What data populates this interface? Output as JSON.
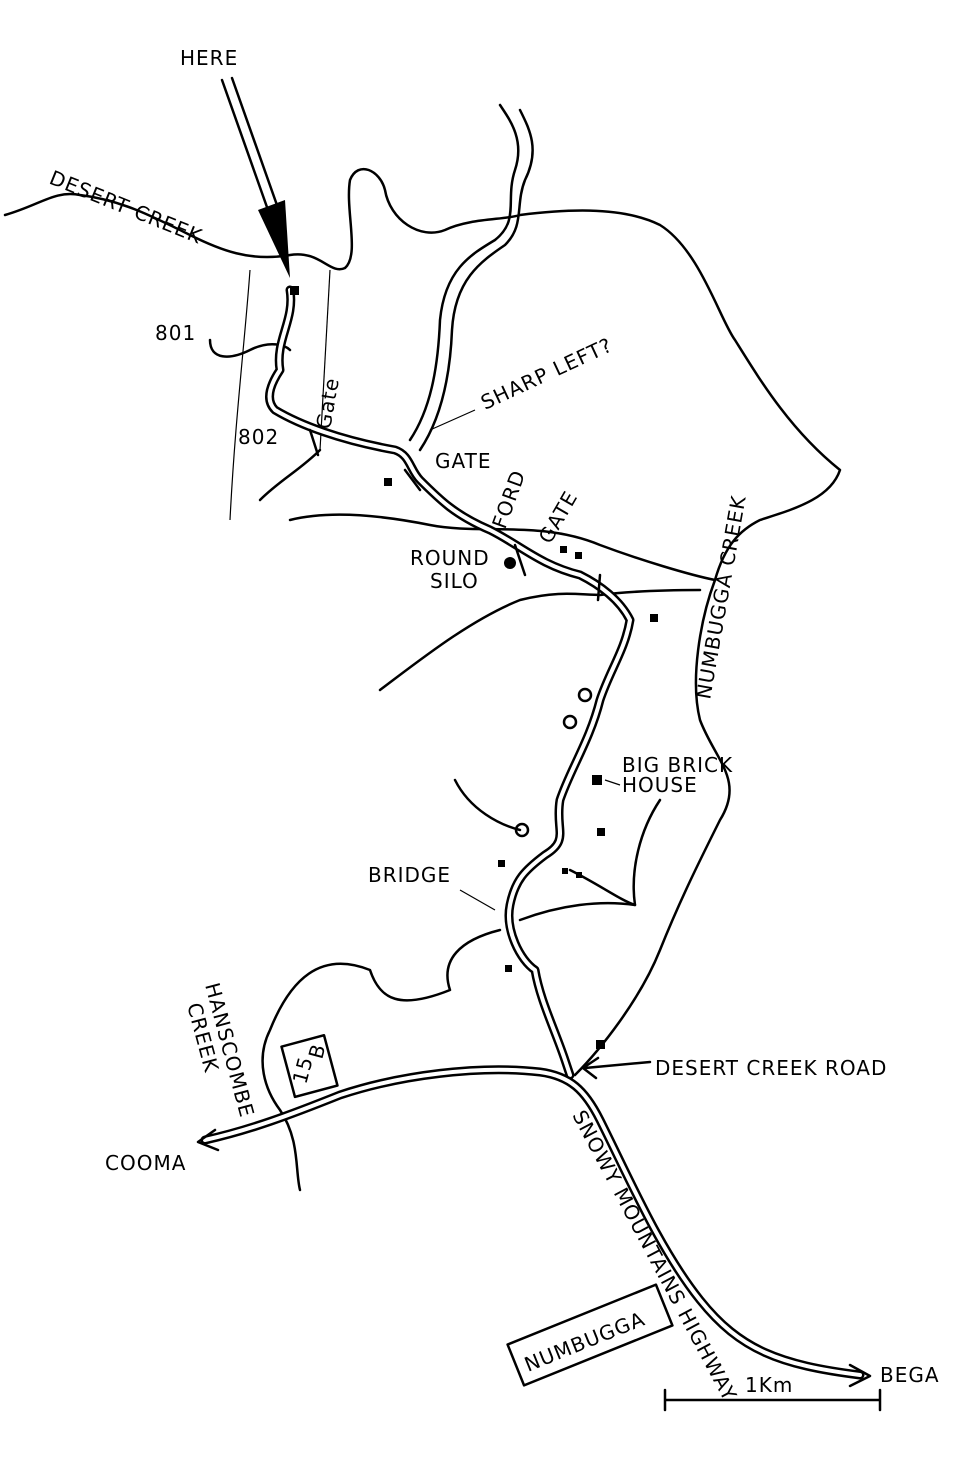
{
  "labels": {
    "here": "HERE",
    "desert_creek": "DESERT CREEK",
    "road_801": "801",
    "road_802": "802",
    "gate_1": "Gate",
    "sharp_left": "SHARP LEFT?",
    "gate_2": "GATE",
    "ford": "FORD",
    "gate_3": "GATE",
    "round_silo": [
      "ROUND",
      "SILO"
    ],
    "numbugga_creek": "NUMBUGGA CREEK",
    "big_brick_house": [
      "BIG BRICK",
      "HOUSE"
    ],
    "bridge": "BRIDGE",
    "desert_creek_road": "DESERT CREEK ROAD",
    "hanscombe_creek": [
      "HANSCOMBE",
      "CREEK"
    ],
    "route_sign": [
      "B",
      "15"
    ],
    "cooma": "COOMA",
    "snowy_mountains_highway": "SNOWY MOUNTAINS HIGHWAY",
    "numbugga": "NUMBUGGA",
    "bega": "BEGA",
    "scale": "1Km"
  }
}
